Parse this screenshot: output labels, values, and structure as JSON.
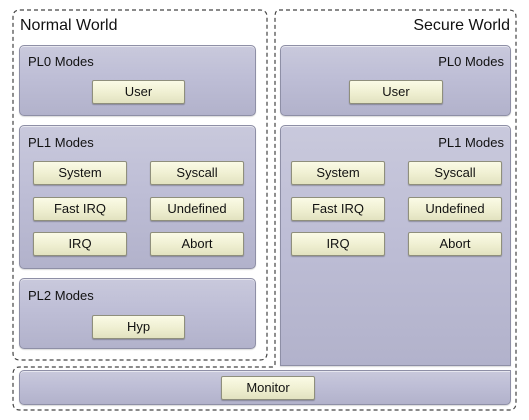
{
  "normal_world": {
    "title": "Normal World",
    "pl0": {
      "label": "PL0 Modes",
      "modes": [
        "User"
      ]
    },
    "pl1": {
      "label": "PL1 Modes",
      "modes": [
        "System",
        "Syscall",
        "Fast IRQ",
        "Undefined",
        "IRQ",
        "Abort"
      ]
    },
    "pl2": {
      "label": "PL2 Modes",
      "modes": [
        "Hyp"
      ]
    }
  },
  "secure_world": {
    "title": "Secure World",
    "pl0": {
      "label": "PL0 Modes",
      "modes": [
        "User"
      ]
    },
    "pl1": {
      "label": "PL1 Modes",
      "modes": [
        "System",
        "Syscall",
        "Fast IRQ",
        "Undefined",
        "IRQ",
        "Abort"
      ]
    },
    "monitor": {
      "label": "Monitor"
    }
  }
}
